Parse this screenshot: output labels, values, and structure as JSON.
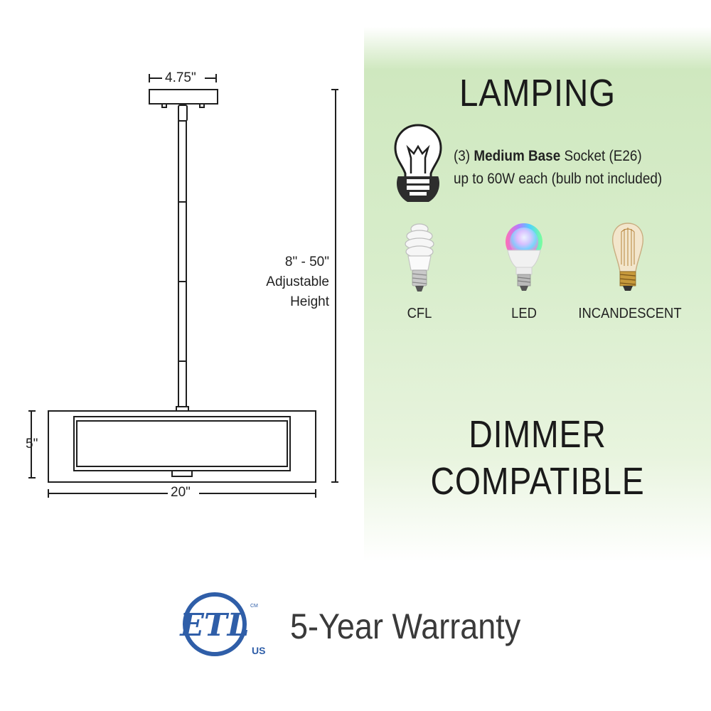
{
  "dimensions": {
    "canopy_width": "4.75\"",
    "height_range": "8\" - 50\"",
    "height_line2": "Adjustable",
    "height_line3": "Height",
    "shade_height": "5\"",
    "shade_width": "20\""
  },
  "lamping": {
    "title": "LAMPING",
    "socket_count": "(3)",
    "socket_type": "Medium Base",
    "socket_rest": "Socket (E26)",
    "wattage_note": "up to 60W each (bulb not included)",
    "bulbs": [
      {
        "label": "CFL",
        "icon": "cfl-bulb-icon"
      },
      {
        "label": "LED",
        "icon": "led-bulb-icon"
      },
      {
        "label": "INCANDESCENT",
        "icon": "incandescent-bulb-icon"
      }
    ]
  },
  "dimmer": {
    "line1": "DIMMER",
    "line2": "COMPATIBLE"
  },
  "certification": {
    "logo_letters": "ETL",
    "logo_cm": "CM",
    "logo_us": "US",
    "logo_color": "#2f5ea8"
  },
  "warranty": "5-Year Warranty",
  "colors": {
    "panel_green": "#d3eac4",
    "text": "#1a1a1a"
  }
}
